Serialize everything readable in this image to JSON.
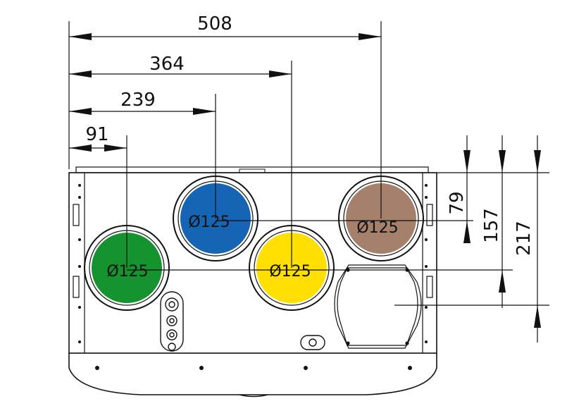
{
  "dimensions": {
    "horizontal": [
      {
        "key": "508",
        "label": "508"
      },
      {
        "key": "364",
        "label": "364"
      },
      {
        "key": "239",
        "label": "239"
      },
      {
        "key": "91",
        "label": "91"
      }
    ],
    "vertical": [
      {
        "key": "79",
        "label": "79"
      },
      {
        "key": "157",
        "label": "157"
      },
      {
        "key": "217",
        "label": "217"
      }
    ]
  },
  "ports": [
    {
      "key": "green",
      "label": "Ø125",
      "color": "#14932e"
    },
    {
      "key": "blue",
      "label": "Ø125",
      "color": "#1565b4"
    },
    {
      "key": "yellow",
      "label": "Ø125",
      "color": "#ffdf00"
    },
    {
      "key": "brown",
      "label": "Ø125",
      "color": "#a5806a"
    }
  ],
  "colors": {
    "line": "#111111",
    "background": "#ffffff"
  }
}
